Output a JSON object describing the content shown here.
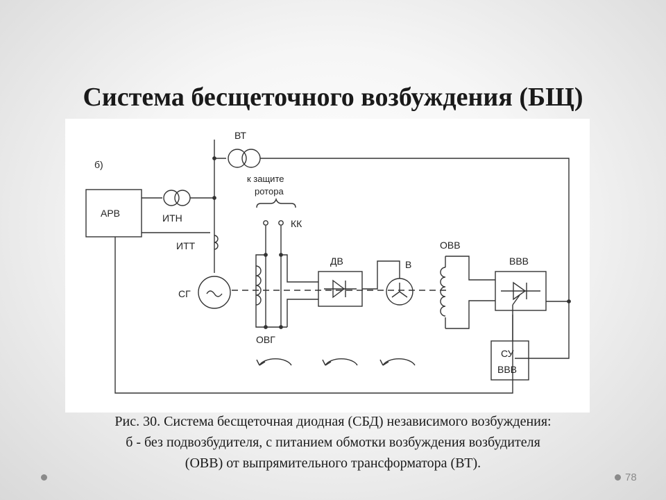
{
  "slide": {
    "title": "Система бесщеточного возбуждения (БЩ)",
    "page_number": "78"
  },
  "diagram": {
    "labels": {
      "variant": "б)",
      "vt": "ВТ",
      "rotor_protection_line1": "к защите",
      "rotor_protection_line2": "ротора",
      "arv": "АРВ",
      "itn": "ИТН",
      "itt": "ИТТ",
      "kk": "КК",
      "dv": "ДВ",
      "v": "В",
      "ovv": "ОВВ",
      "vvv": "ВВВ",
      "sg": "СГ",
      "ovg": "ОВГ",
      "su_line1": "СУ",
      "su_line2": "ВВВ"
    }
  },
  "caption": {
    "line1": "Рис. 30. Система бесщеточная диодная (СБД) независимого возбуждения:",
    "line2": "б - без подвозбудителя, с питанием обмотки возбуждения возбудителя",
    "line3": "(ОВВ) от выпрямительного трансформатора (ВТ)."
  }
}
